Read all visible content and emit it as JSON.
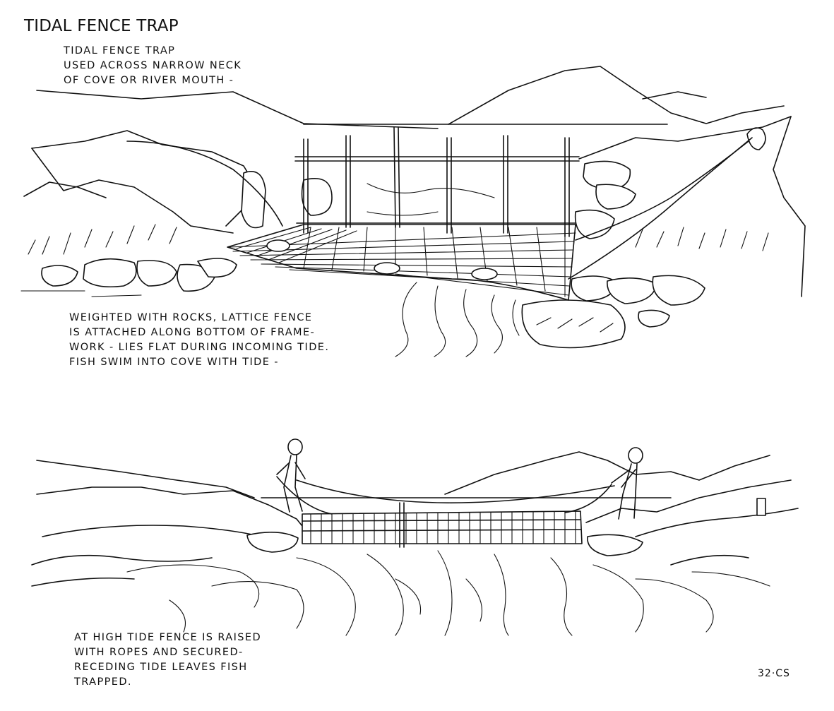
{
  "title": "TIDAL FENCE TRAP",
  "captions": {
    "top": "TIDAL FENCE TRAP\nUSED ACROSS NARROW NECK\nOF COVE OR RIVER MOUTH -",
    "middle": "WEIGHTED WITH ROCKS, LATTICE FENCE\nIS ATTACHED ALONG BOTTOM OF FRAME-\nWORK - LIES FLAT DURING INCOMING TIDE.\nFISH SWIM INTO COVE WITH TIDE -",
    "bottom": "AT HIGH TIDE FENCE IS RAISED\nWITH ROPES AND SECURED-\nRECEDING TIDE LEAVES FISH\nTRAPPED."
  },
  "page_number": "32·CS",
  "illustrations": {
    "top": "lowered-fence-scene",
    "bottom": "raised-fence-scene"
  }
}
